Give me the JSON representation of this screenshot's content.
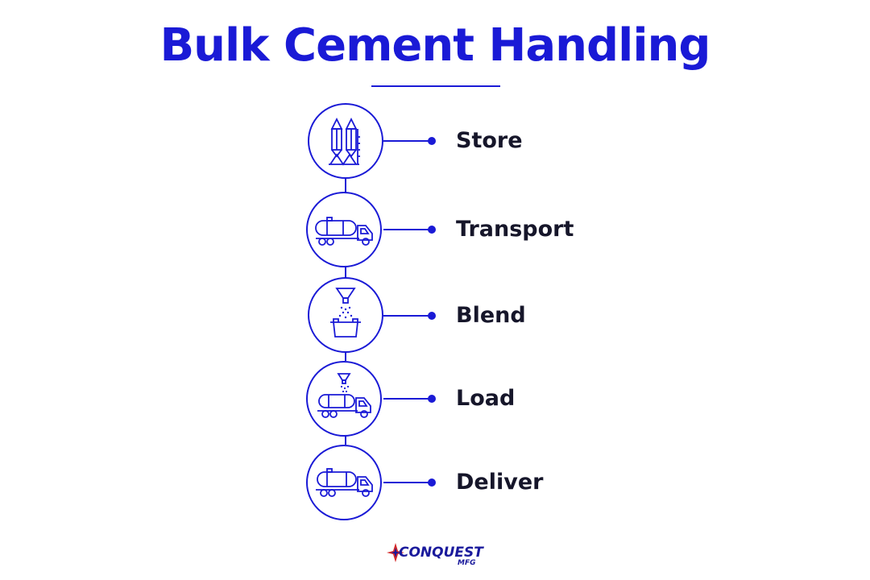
{
  "title": "Bulk Cement Handling",
  "steps": [
    {
      "label": "Store",
      "icon": "silo-icon"
    },
    {
      "label": "Transport",
      "icon": "tanker-truck-icon"
    },
    {
      "label": "Blend",
      "icon": "hopper-blend-icon"
    },
    {
      "label": "Load",
      "icon": "loading-truck-icon"
    },
    {
      "label": "Deliver",
      "icon": "delivery-truck-icon"
    }
  ],
  "logo": {
    "name": "CONQUEST",
    "sub": "MFG"
  },
  "colors": {
    "accent": "#1a1ad6",
    "label": "#16162a",
    "logo_blue": "#1a1a9c",
    "logo_red": "#d42a2a"
  }
}
